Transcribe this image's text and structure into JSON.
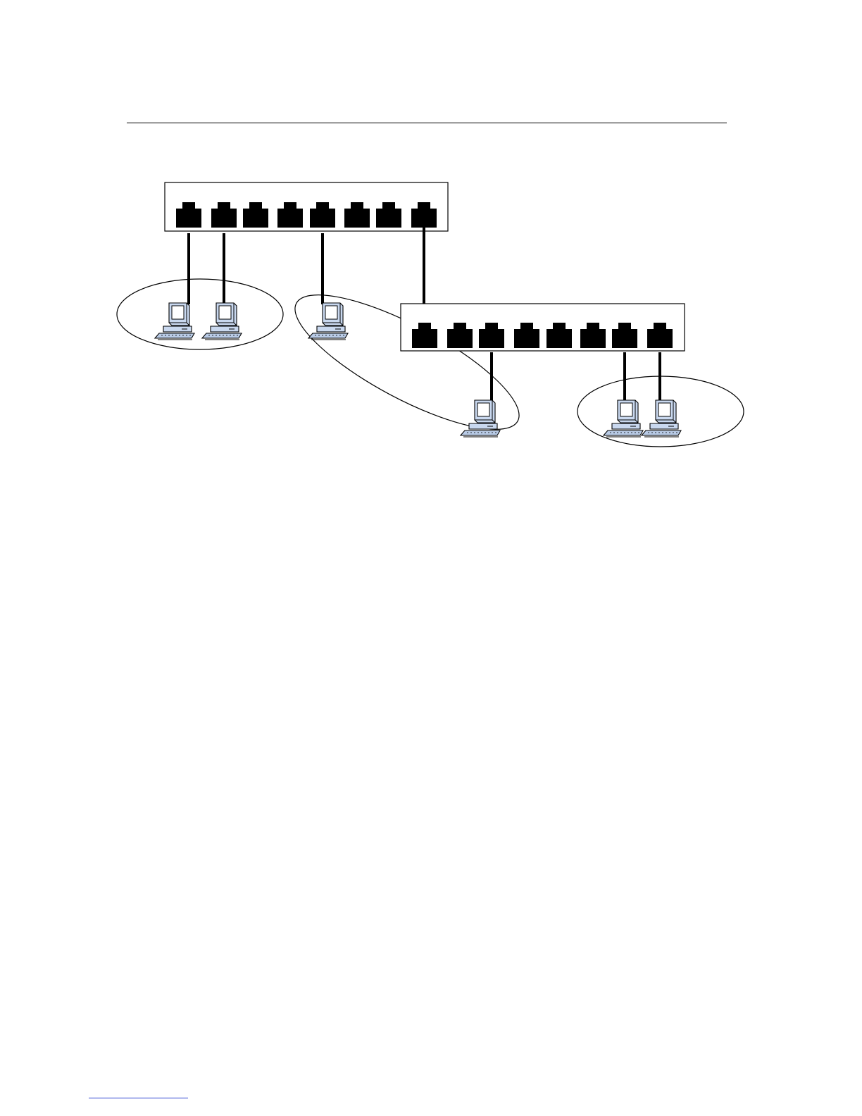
{
  "diagram": {
    "switches": [
      {
        "id": "switch-1",
        "port_count": 8,
        "connected_ports": [
          1,
          2,
          5,
          8
        ]
      },
      {
        "id": "switch-2",
        "port_count": 8,
        "connected_ports": [
          3,
          7,
          8
        ]
      }
    ],
    "computers": [
      {
        "id": "pc-1",
        "switch": "switch-1",
        "port": 1,
        "group": "group-1"
      },
      {
        "id": "pc-2",
        "switch": "switch-1",
        "port": 2,
        "group": "group-1"
      },
      {
        "id": "pc-3",
        "switch": "switch-1",
        "port": 5,
        "group": "group-2"
      },
      {
        "id": "pc-4",
        "switch": "switch-2",
        "port": 3,
        "group": "group-2"
      },
      {
        "id": "pc-5",
        "switch": "switch-2",
        "port": 7,
        "group": "group-3"
      },
      {
        "id": "pc-6",
        "switch": "switch-2",
        "port": 8,
        "group": "group-3"
      }
    ],
    "uplink": {
      "from": "switch-1",
      "from_port": 8,
      "to": "switch-2"
    },
    "groups": [
      "group-1",
      "group-2",
      "group-3"
    ],
    "colors": {
      "stroke": "#000000",
      "port_fill": "#000000",
      "monitor_body": "#c9d8ef",
      "screen": "#ffffff",
      "keyboard": "#b9cbe6",
      "footnote_rule": "#2a3fd0"
    }
  }
}
